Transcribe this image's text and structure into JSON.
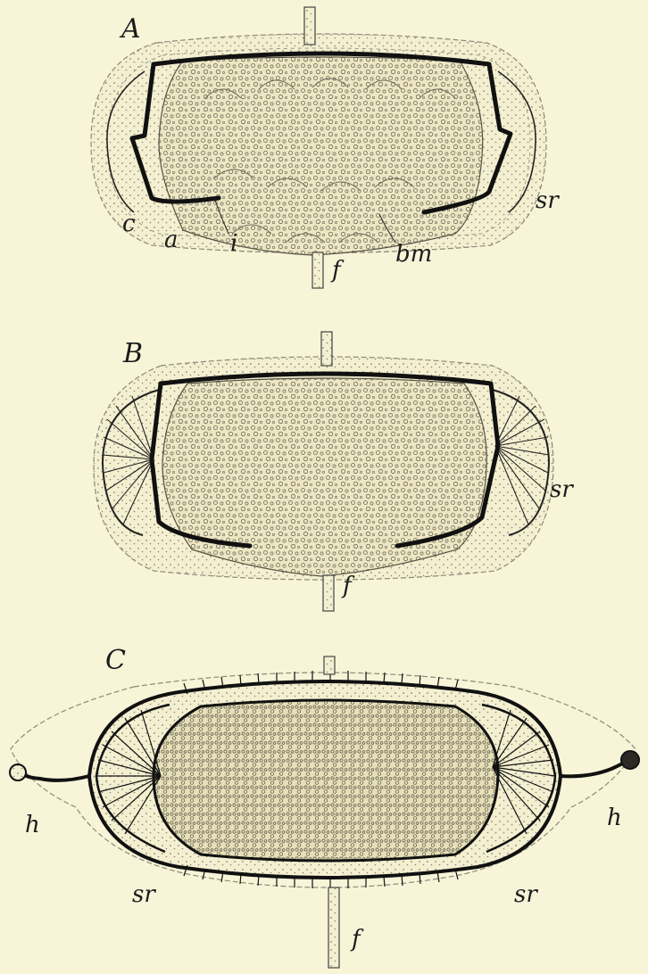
{
  "figure": {
    "colors": {
      "background": "#f7f4d8",
      "ink": "#111111",
      "tissue_fill": "#ece6c3",
      "cell_stroke": "#6d6a58"
    },
    "panels": [
      {
        "id": "A",
        "label": "A",
        "part_labels": {
          "sr": "sr",
          "c": "c",
          "a": "a",
          "i": "i",
          "f": "f",
          "bm": "bm"
        }
      },
      {
        "id": "B",
        "label": "B",
        "part_labels": {
          "sr": "sr",
          "f": "f"
        }
      },
      {
        "id": "C",
        "label": "C",
        "part_labels": {
          "h_left": "h",
          "h_right": "h",
          "sr_left": "sr",
          "sr_right": "sr",
          "f": "f"
        }
      }
    ]
  }
}
